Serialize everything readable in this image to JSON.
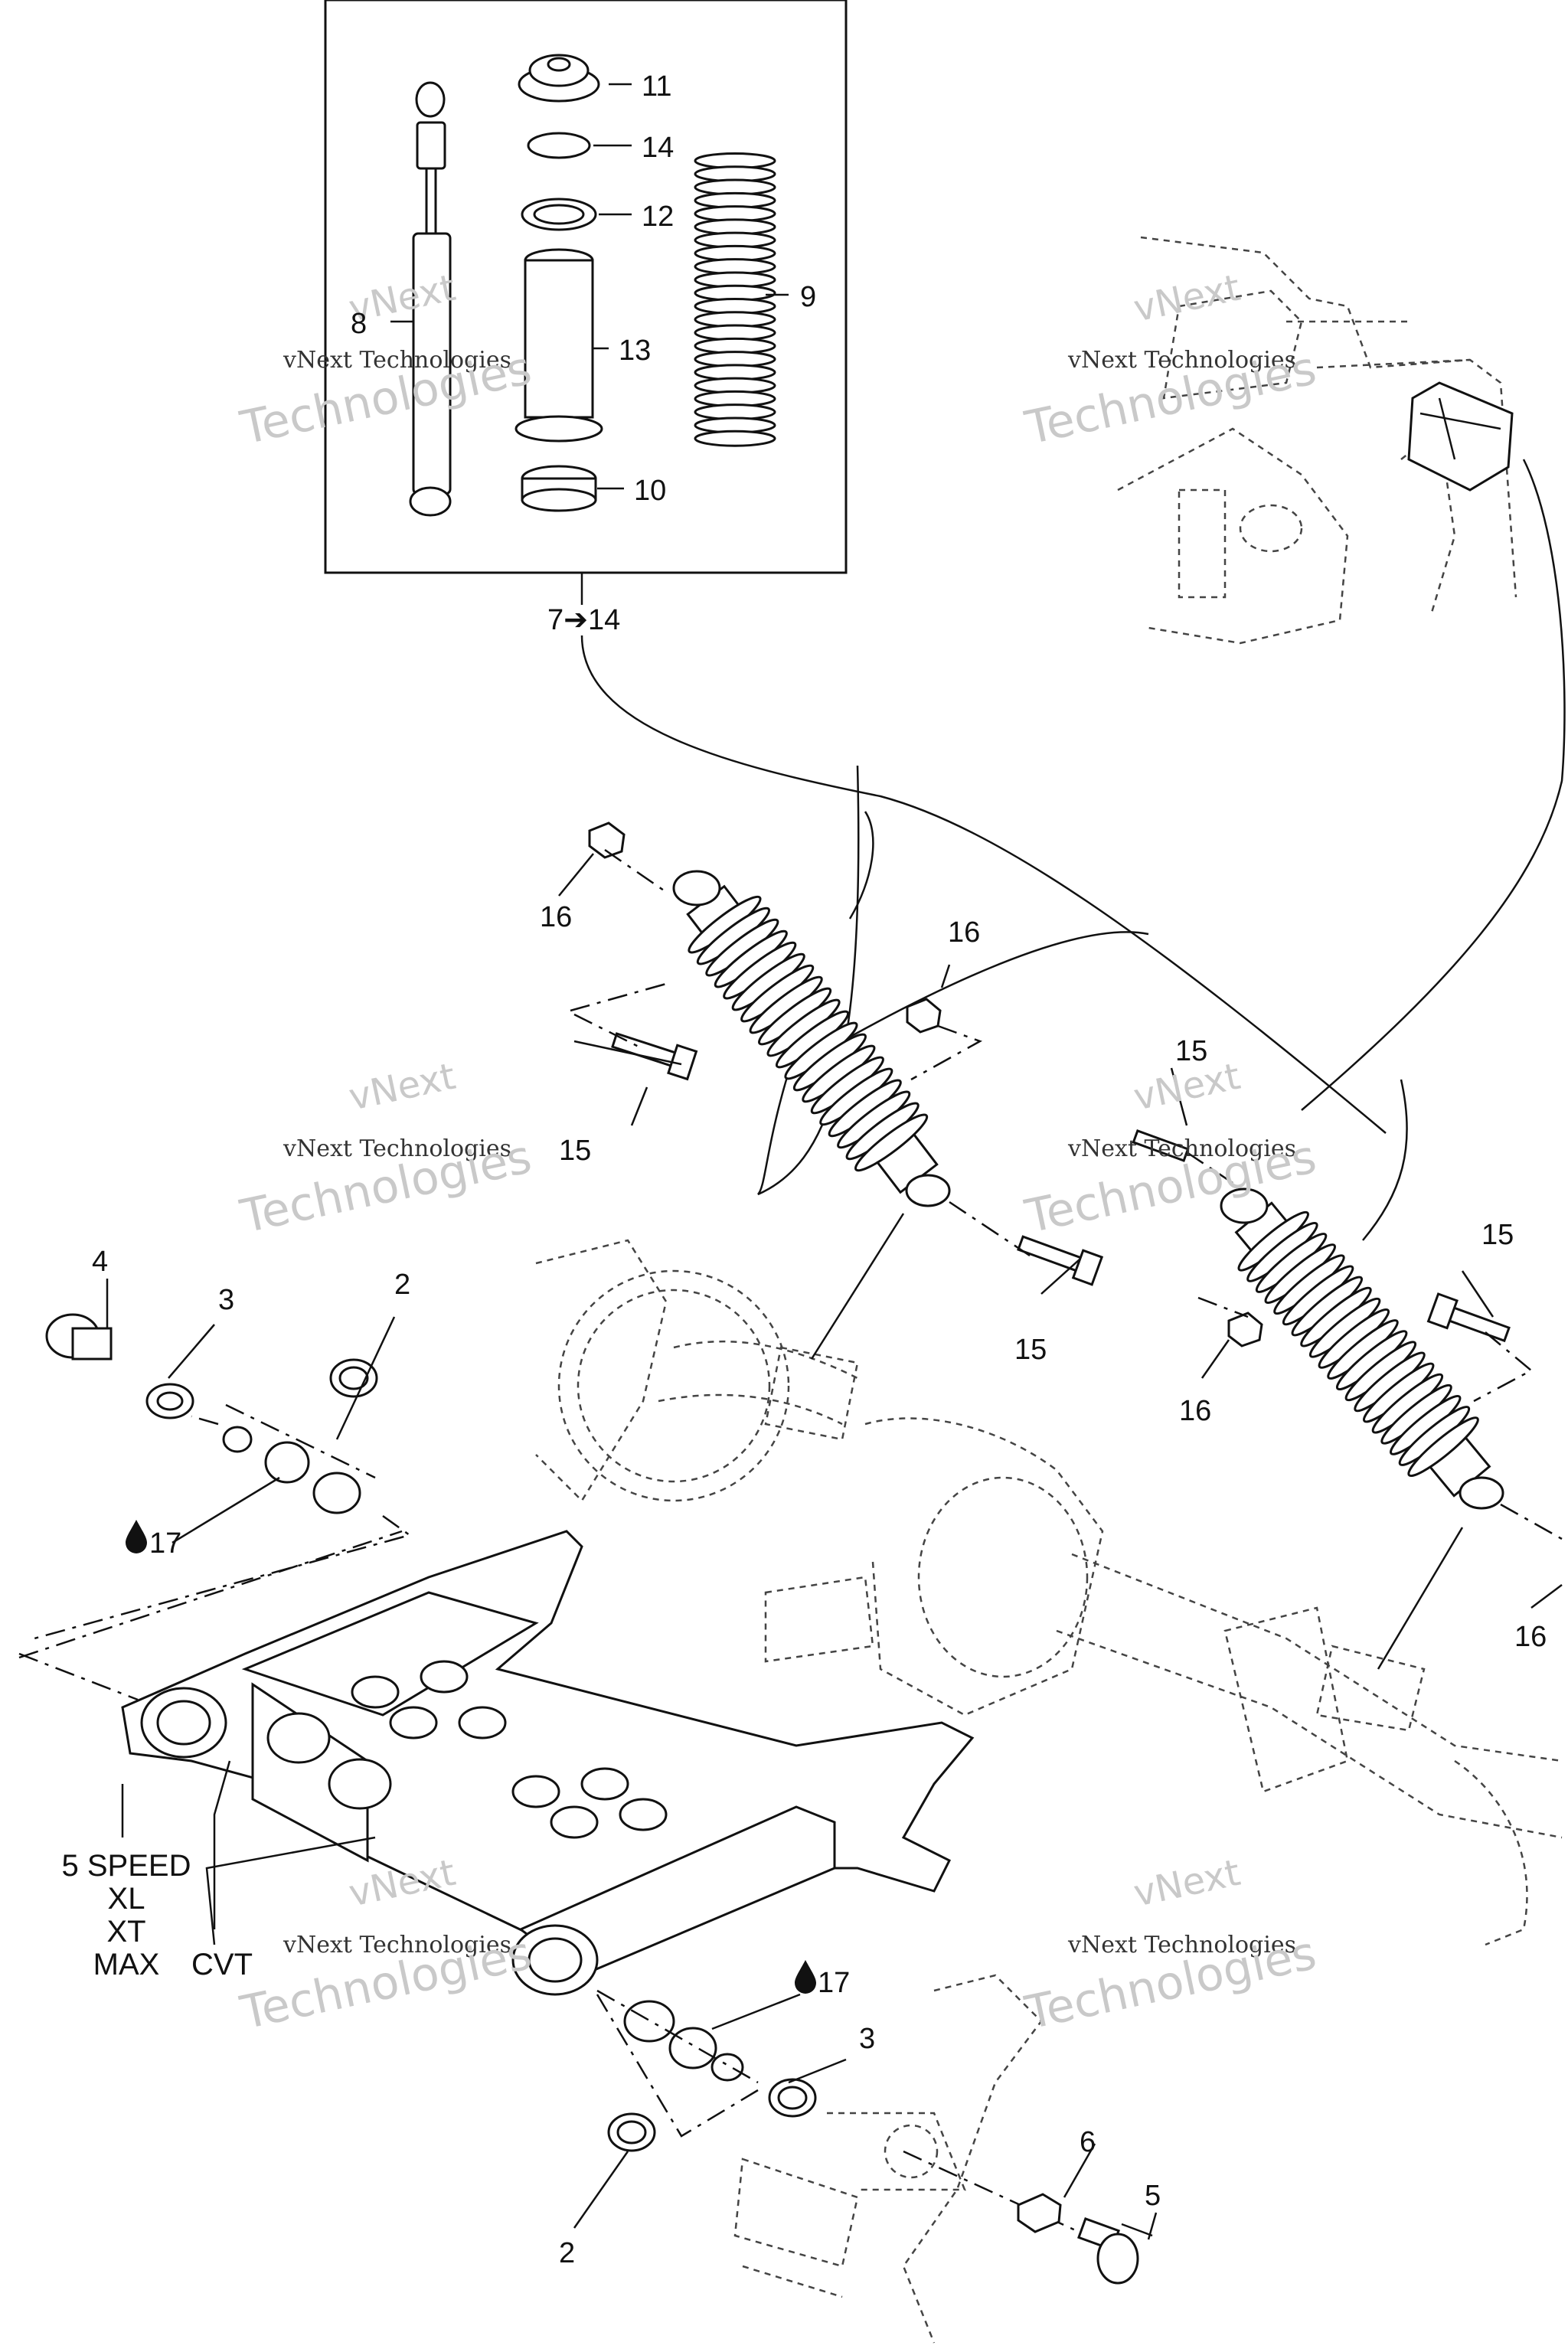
{
  "inset_group_label": "7➔14",
  "callouts": {
    "c2a": "2",
    "c2b": "2",
    "c3a": "3",
    "c3b": "3",
    "c4": "4",
    "c5": "5",
    "c6": "6",
    "c8": "8",
    "c9": "9",
    "c10": "10",
    "c11": "11",
    "c12": "12",
    "c13": "13",
    "c14": "14",
    "c15a": "15",
    "c15b": "15",
    "c15c": "15",
    "c15d": "15",
    "c16a": "16",
    "c16b": "16",
    "c16c": "16",
    "c16d": "16",
    "c17a": "17",
    "c17b": "17"
  },
  "variants": {
    "line1": "5 SPEED",
    "line2": "XL",
    "line3": "XT",
    "line4": "MAX",
    "cvt": "CVT"
  },
  "watermark": {
    "line1": "vNext",
    "line2": "vNext Technologies",
    "line3": "Technologies"
  },
  "icons": {
    "lubricant": "oil-drop-icon",
    "arrow": "right-arrow-icon"
  }
}
